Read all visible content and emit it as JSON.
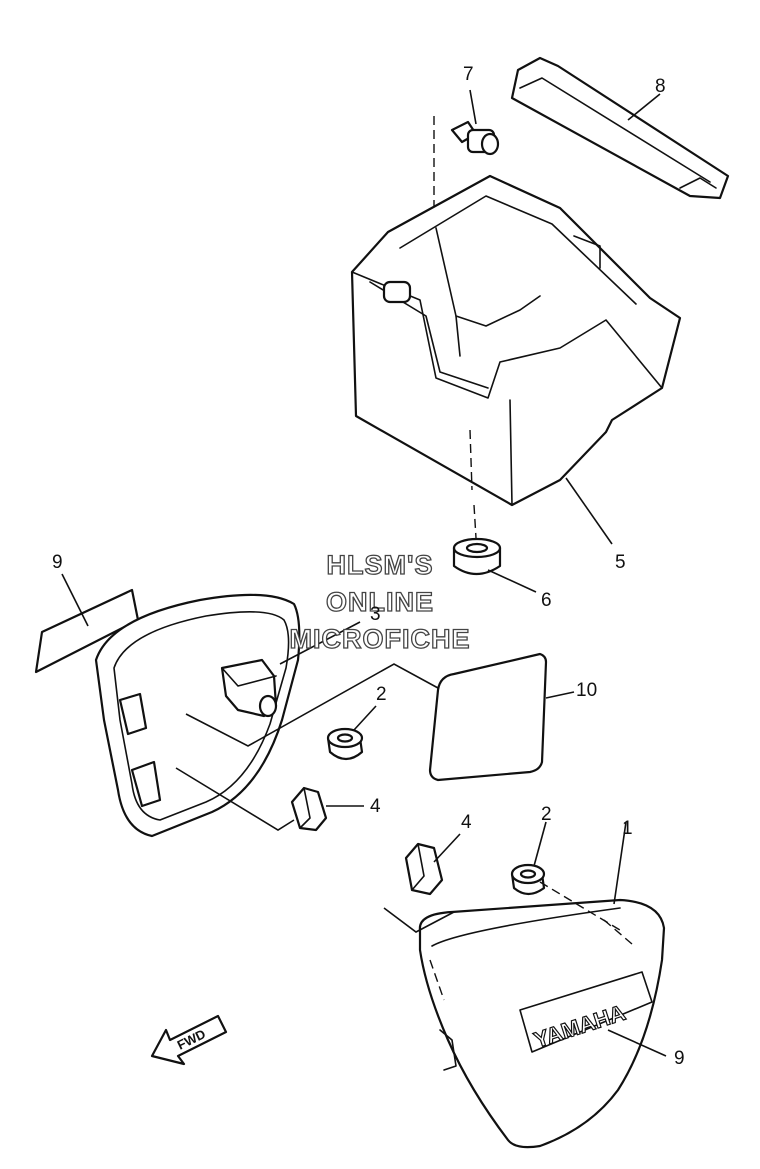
{
  "diagram": {
    "callouts": [
      {
        "id": "c7",
        "label": "7"
      },
      {
        "id": "c8",
        "label": "8"
      },
      {
        "id": "c5",
        "label": "5"
      },
      {
        "id": "c6",
        "label": "6"
      },
      {
        "id": "c9a",
        "label": "9"
      },
      {
        "id": "c3",
        "label": "3"
      },
      {
        "id": "c2a",
        "label": "2"
      },
      {
        "id": "c10",
        "label": "10"
      },
      {
        "id": "c4a",
        "label": "4"
      },
      {
        "id": "c4b",
        "label": "4"
      },
      {
        "id": "c2b",
        "label": "2"
      },
      {
        "id": "c1",
        "label": "1"
      },
      {
        "id": "c9b",
        "label": "9"
      }
    ],
    "watermark": [
      "HLSM'S",
      "ONLINE",
      "MICROFICHE"
    ],
    "badge_text": "YAMAHA",
    "direction_label": "FWD"
  }
}
